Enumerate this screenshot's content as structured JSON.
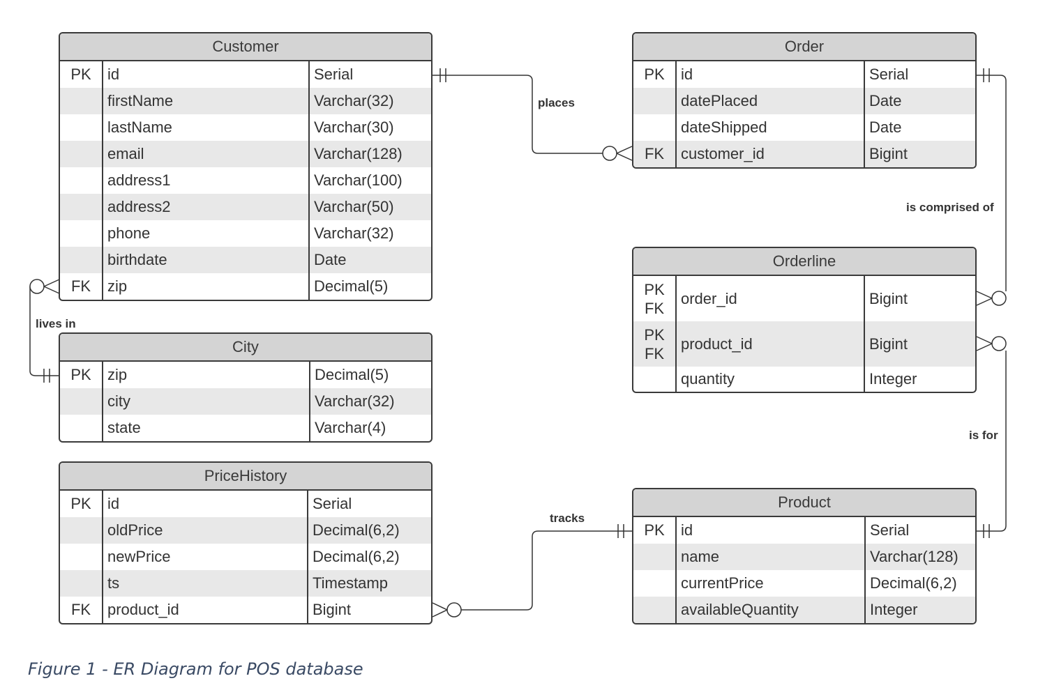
{
  "entities": {
    "customer": {
      "title": "Customer",
      "rows": [
        {
          "key": "PK",
          "name": "id",
          "type": "Serial"
        },
        {
          "key": "",
          "name": "firstName",
          "type": "Varchar(32)"
        },
        {
          "key": "",
          "name": "lastName",
          "type": "Varchar(30)"
        },
        {
          "key": "",
          "name": "email",
          "type": "Varchar(128)"
        },
        {
          "key": "",
          "name": "address1",
          "type": "Varchar(100)"
        },
        {
          "key": "",
          "name": "address2",
          "type": "Varchar(50)"
        },
        {
          "key": "",
          "name": "phone",
          "type": "Varchar(32)"
        },
        {
          "key": "",
          "name": "birthdate",
          "type": "Date"
        },
        {
          "key": "FK",
          "name": "zip",
          "type": "Decimal(5)"
        }
      ]
    },
    "city": {
      "title": "City",
      "rows": [
        {
          "key": "PK",
          "name": "zip",
          "type": "Decimal(5)"
        },
        {
          "key": "",
          "name": "city",
          "type": "Varchar(32)"
        },
        {
          "key": "",
          "name": "state",
          "type": "Varchar(4)"
        }
      ]
    },
    "price_history": {
      "title": "PriceHistory",
      "rows": [
        {
          "key": "PK",
          "name": "id",
          "type": "Serial"
        },
        {
          "key": "",
          "name": "oldPrice",
          "type": "Decimal(6,2)"
        },
        {
          "key": "",
          "name": "newPrice",
          "type": "Decimal(6,2)"
        },
        {
          "key": "",
          "name": "ts",
          "type": "Timestamp"
        },
        {
          "key": "FK",
          "name": "product_id",
          "type": "Bigint"
        }
      ]
    },
    "order": {
      "title": "Order",
      "rows": [
        {
          "key": "PK",
          "name": "id",
          "type": "Serial"
        },
        {
          "key": "",
          "name": "datePlaced",
          "type": "Date"
        },
        {
          "key": "",
          "name": "dateShipped",
          "type": "Date"
        },
        {
          "key": "FK",
          "name": "customer_id",
          "type": "Bigint"
        }
      ]
    },
    "orderline": {
      "title": "Orderline",
      "rows": [
        {
          "key": "PK",
          "key2": "FK",
          "name": "order_id",
          "type": "Bigint"
        },
        {
          "key": "PK",
          "key2": "FK",
          "name": "product_id",
          "type": "Bigint"
        },
        {
          "key": "",
          "name": "quantity",
          "type": "Integer"
        }
      ]
    },
    "product": {
      "title": "Product",
      "rows": [
        {
          "key": "PK",
          "name": "id",
          "type": "Serial"
        },
        {
          "key": "",
          "name": "name",
          "type": "Varchar(128)"
        },
        {
          "key": "",
          "name": "currentPrice",
          "type": "Decimal(6,2)"
        },
        {
          "key": "",
          "name": "availableQuantity",
          "type": "Integer"
        }
      ]
    }
  },
  "relationships": {
    "places": "places",
    "lives_in": "lives in",
    "is_comprised_of": "is comprised of",
    "is_for": "is for",
    "tracks": "tracks"
  },
  "caption": "Figure 1 - ER Diagram for POS database",
  "colors": {
    "header": "#d4d4d4",
    "stripe": "#e8e8e8",
    "border": "#3a3a3a",
    "caption": "#3a4a64"
  }
}
